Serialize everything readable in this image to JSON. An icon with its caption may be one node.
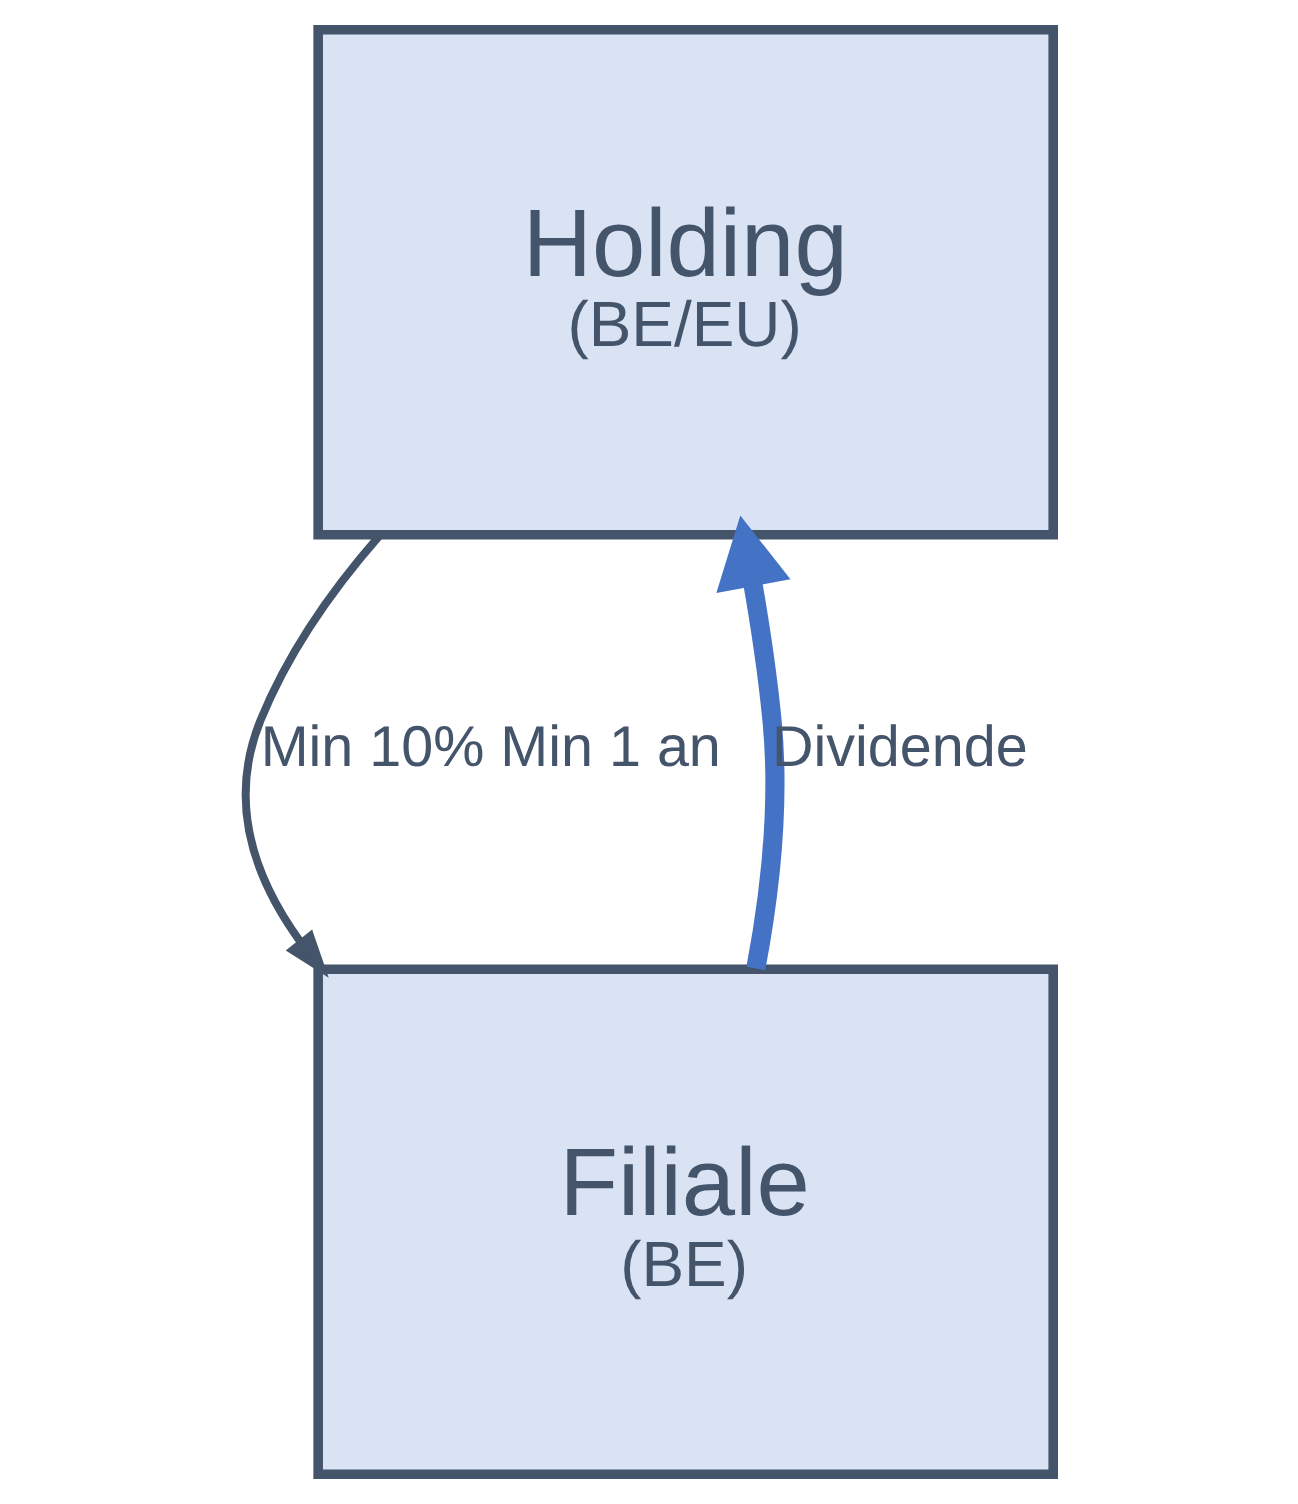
{
  "diagram": {
    "nodes": [
      {
        "text": [
          "Holding",
          "(BE/EU)"
        ]
      },
      {
        "text": [
          "Filiale",
          "(BE)"
        ]
      }
    ],
    "edges": [
      {
        "from": 0,
        "to": 1,
        "arrow": "to",
        "label": "Min 10% Min 1 an"
      },
      {
        "from": 1,
        "to": 0,
        "arrow": "to",
        "label": "Dividende",
        "style": "thick",
        "color": "#4472c4"
      }
    ]
  }
}
